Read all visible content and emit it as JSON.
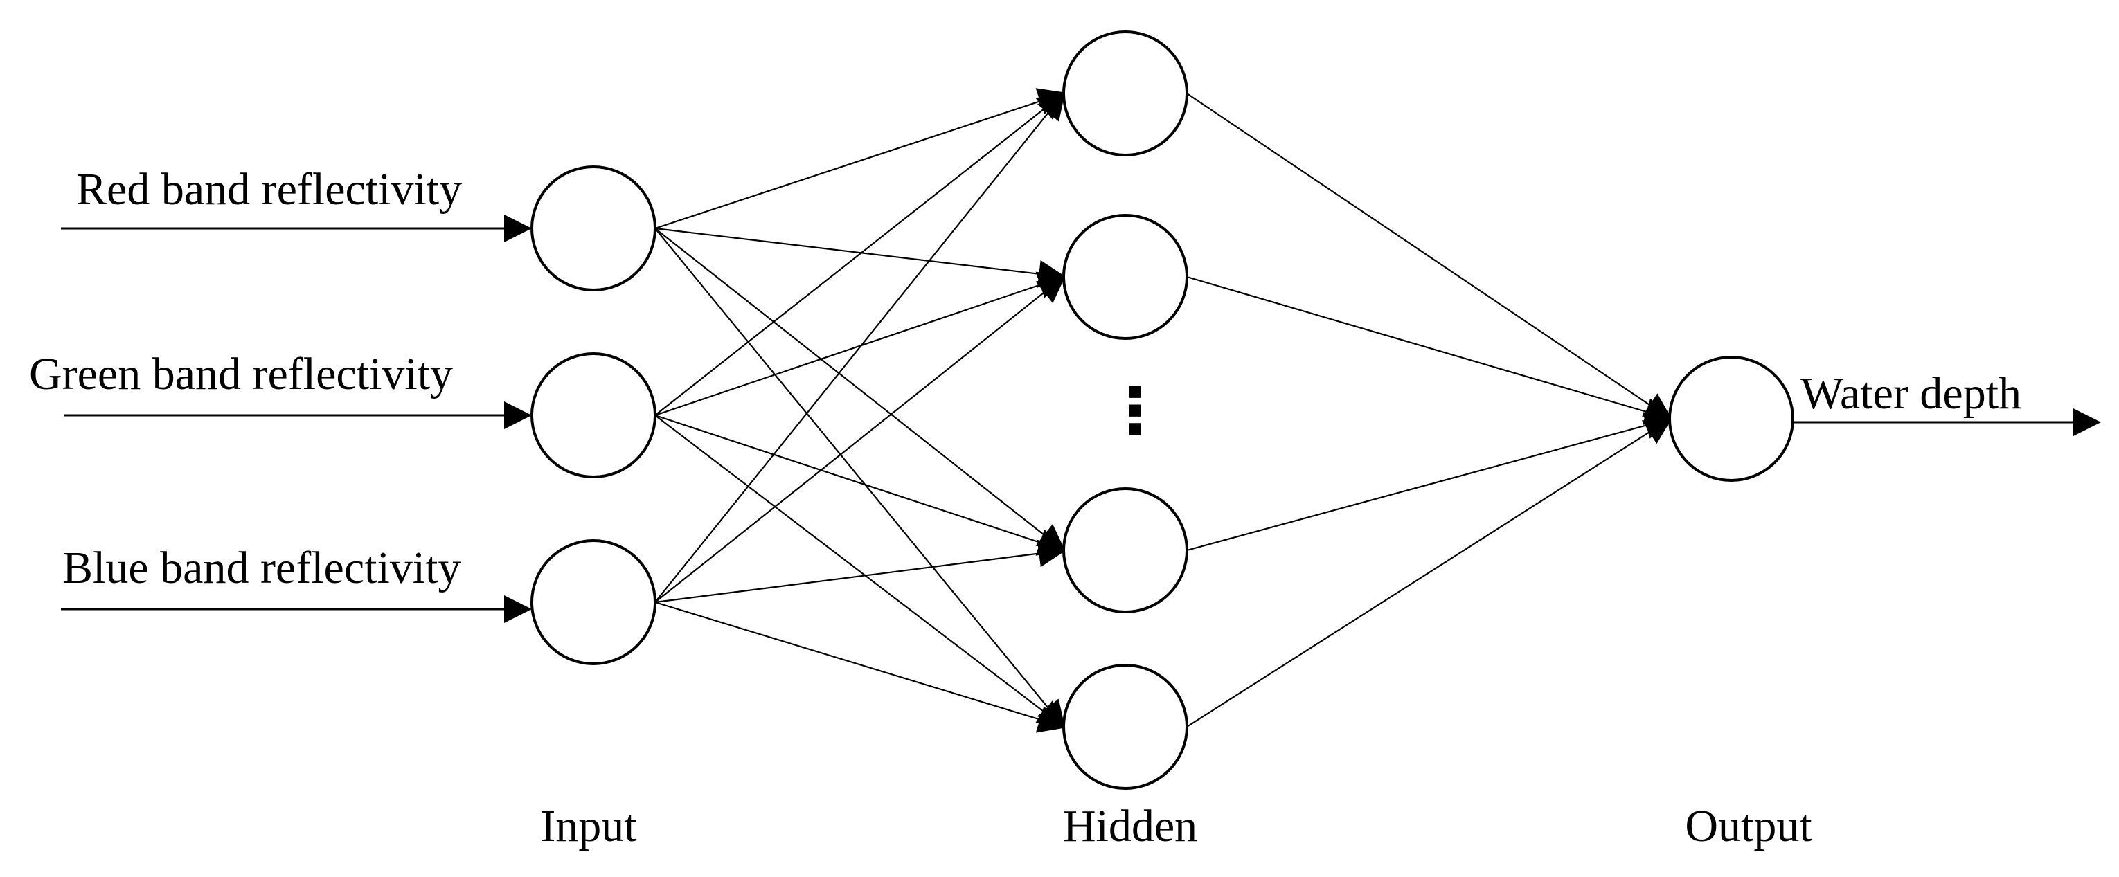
{
  "inputs": [
    {
      "label": "Red band reflectivity"
    },
    {
      "label": "Green band reflectivity"
    },
    {
      "label": "Blue band reflectivity"
    }
  ],
  "hidden_nodes_shown": 4,
  "hidden_ellipsis": "⋮",
  "output": {
    "label": "Water depth"
  },
  "layers": {
    "input": "Input",
    "hidden": "Hidden",
    "output": "Output"
  }
}
